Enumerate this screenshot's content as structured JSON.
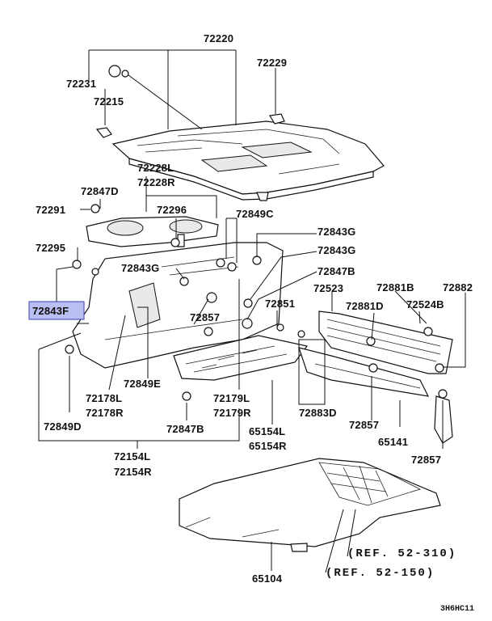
{
  "diagram": {
    "highlighted_part": "72843F",
    "labels": {
      "p72220": "72220",
      "p72229": "72229",
      "p72231": "72231",
      "p72215": "72215",
      "p72228L": "72228L",
      "p72228R": "72228R",
      "p72847D": "72847D",
      "p72291": "72291",
      "p72296": "72296",
      "p72849C": "72849C",
      "p72843G_a": "72843G",
      "p72843G_b": "72843G",
      "p72843G_c": "72843G",
      "p72295": "72295",
      "p72847B_a": "72847B",
      "p72843F": "72843F",
      "p72523": "72523",
      "p72881B": "72881B",
      "p72882": "72882",
      "p72857_a": "72857",
      "p72851": "72851",
      "p72881D": "72881D",
      "p72524B": "72524B",
      "p72849E": "72849E",
      "p72178L": "72178L",
      "p72178R": "72178R",
      "p72179L": "72179L",
      "p72179R": "72179R",
      "p72883D": "72883D",
      "p72849D": "72849D",
      "p72847B_b": "72847B",
      "p65154L": "65154L",
      "p65154R": "65154R",
      "p72857_b": "72857",
      "p65141": "65141",
      "p72857_c": "72857",
      "p72154L": "72154L",
      "p72154R": "72154R",
      "p65104": "65104"
    },
    "references": {
      "ref_310": "(REF. 52-310)",
      "ref_150": "(REF. 52-150)"
    },
    "diagram_code": "3H6HC11"
  }
}
